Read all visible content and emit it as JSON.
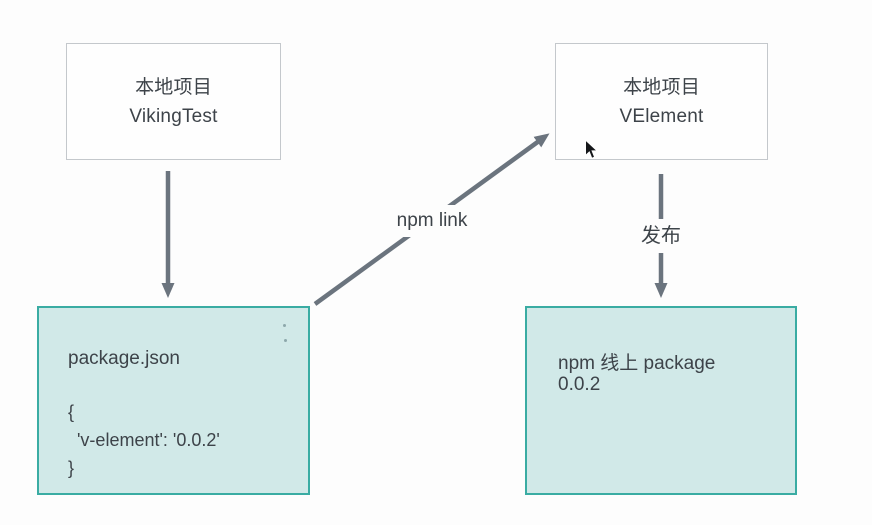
{
  "colors": {
    "canvas_bg": "#fdfdfd",
    "node_bg_white": "#fefefe",
    "node_border_gray": "#c4c8cc",
    "teal_border": "#3aaca3",
    "teal_fill": "#d1e9e8",
    "arrow": "#6b747e",
    "text": "#3d4349"
  },
  "nodes": {
    "viking": {
      "title": "本地项目",
      "subtitle": "VikingTest"
    },
    "velement": {
      "title": "本地项目",
      "subtitle": "VElement"
    },
    "package_json": {
      "title": "package.json",
      "code": [
        "{",
        "'v-element': '0.0.2'",
        "}"
      ]
    },
    "npm_online": {
      "title": "npm 线上 package",
      "version": "0.0.2"
    }
  },
  "edges": {
    "npm_link_label": "npm link",
    "publish_label": "发布"
  }
}
